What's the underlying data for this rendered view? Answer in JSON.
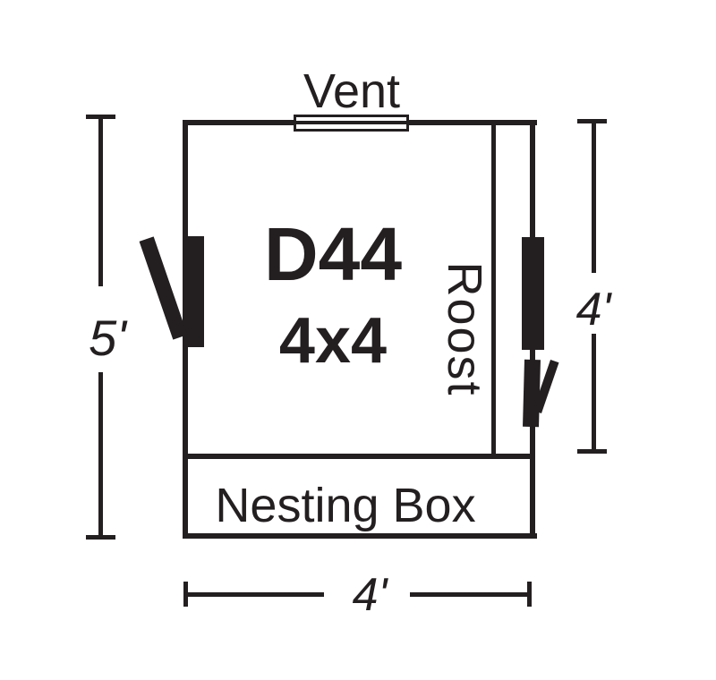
{
  "colors": {
    "ink": "#231f20",
    "background": "#ffffff"
  },
  "plan": {
    "vent_label": "Vent",
    "model_line1": "D44",
    "model_line2": "4x4",
    "roost_label": "Roost",
    "nesting_box_label": "Nesting Box",
    "dim_left": "5'",
    "dim_right": "4'",
    "dim_bottom": "4'"
  }
}
